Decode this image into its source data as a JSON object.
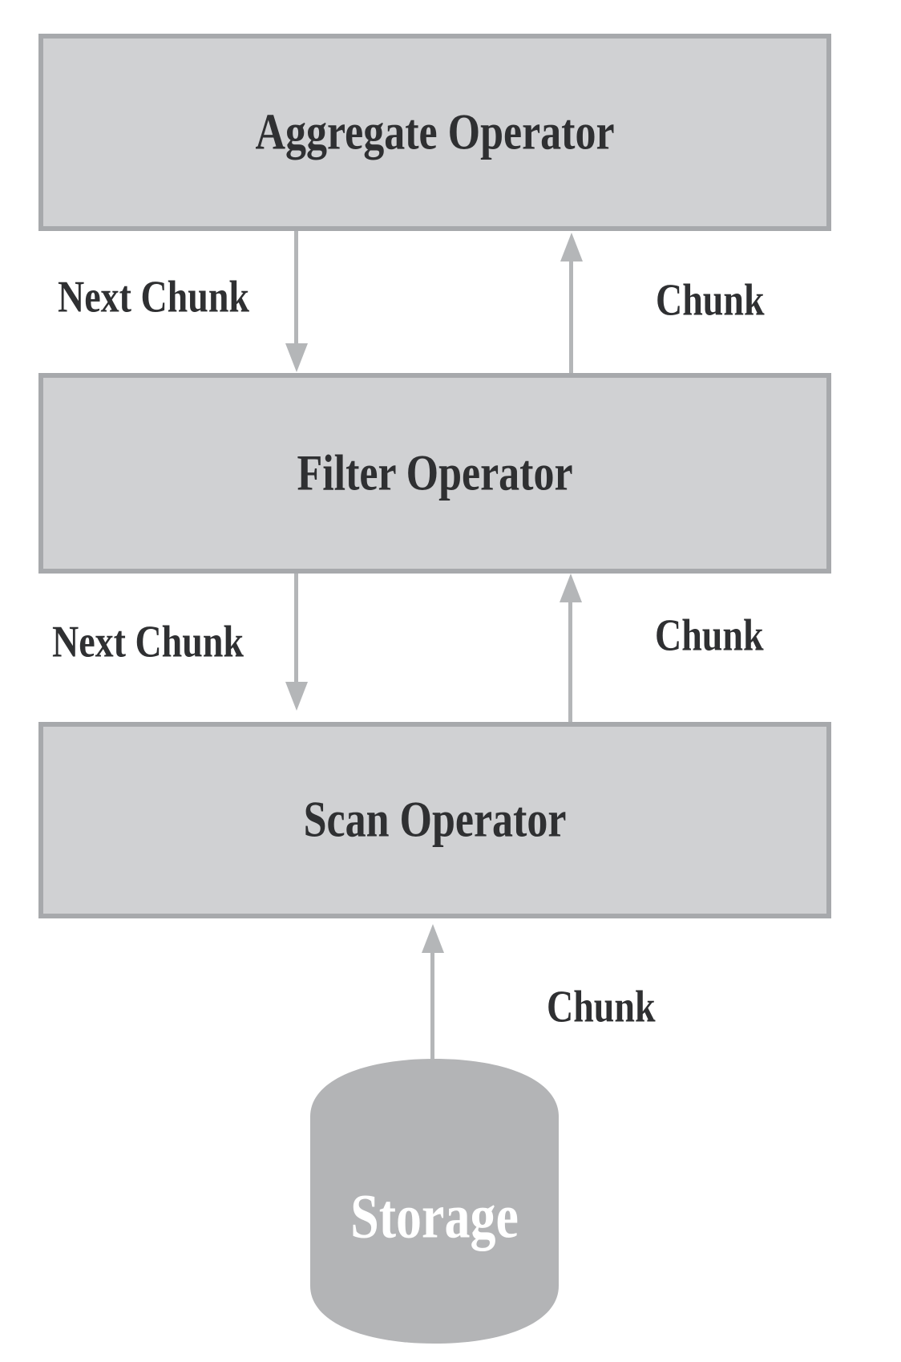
{
  "diagram": {
    "description": "Pull-based query execution pipeline",
    "nodes": {
      "aggregate": {
        "label": "Aggregate Operator",
        "shape": "box"
      },
      "filter": {
        "label": "Filter Operator",
        "shape": "box"
      },
      "scan": {
        "label": "Scan Operator",
        "shape": "box"
      },
      "storage": {
        "label": "Storage",
        "shape": "cylinder"
      }
    },
    "edges": [
      {
        "from": "aggregate",
        "to": "filter",
        "label": "Next Chunk",
        "direction": "down"
      },
      {
        "from": "filter",
        "to": "aggregate",
        "label": "Chunk",
        "direction": "up"
      },
      {
        "from": "filter",
        "to": "scan",
        "label": "Next Chunk",
        "direction": "down"
      },
      {
        "from": "scan",
        "to": "filter",
        "label": "Chunk",
        "direction": "up"
      },
      {
        "from": "storage",
        "to": "scan",
        "label": "Chunk",
        "direction": "up"
      }
    ],
    "colors": {
      "background": "#ffffff",
      "box_fill": "#d0d1d3",
      "box_border": "#a7a9ac",
      "arrow": "#b4b6b8",
      "cylinder_fill": "#b3b4b6",
      "label_text": "#2f3032",
      "storage_text": "#ffffff"
    }
  }
}
